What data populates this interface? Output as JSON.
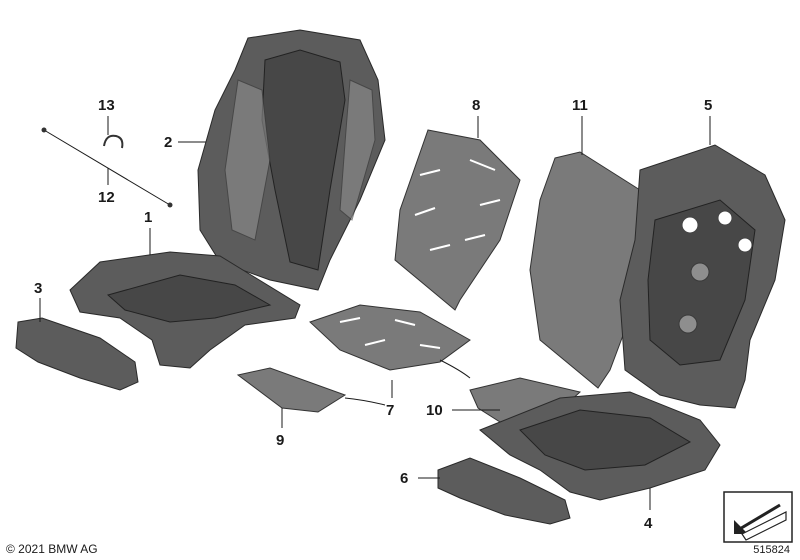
{
  "callouts": [
    {
      "id": "1",
      "label": "1"
    },
    {
      "id": "2",
      "label": "2"
    },
    {
      "id": "3",
      "label": "3"
    },
    {
      "id": "4",
      "label": "4"
    },
    {
      "id": "5",
      "label": "5"
    },
    {
      "id": "6",
      "label": "6"
    },
    {
      "id": "7",
      "label": "7"
    },
    {
      "id": "8",
      "label": "8"
    },
    {
      "id": "9",
      "label": "9"
    },
    {
      "id": "10",
      "label": "10"
    },
    {
      "id": "11",
      "label": "11"
    },
    {
      "id": "12",
      "label": "12"
    },
    {
      "id": "13",
      "label": "13"
    }
  ],
  "footer": {
    "copyright": "© 2021 BMW AG",
    "reference_number": "515824"
  },
  "icons": {
    "orientation": "arrow-orientation-icon"
  }
}
